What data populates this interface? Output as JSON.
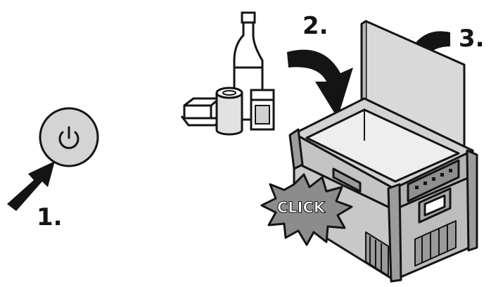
{
  "steps": [
    {
      "number": "1.",
      "action": "power-button"
    },
    {
      "number": "2.",
      "action": "load-items"
    },
    {
      "number": "3.",
      "action": "close-lid"
    }
  ],
  "badge": {
    "text": "CLICK"
  },
  "icons": {
    "power": "power-icon",
    "arrow_press": "arrow-icon",
    "arrow_load": "curved-arrow-icon",
    "arrow_close": "curved-arrow-icon"
  },
  "colors": {
    "ink": "#141414",
    "button_fill": "#d4d4d4",
    "badge_fill": "#8c8c8c",
    "lid_fill": "#d9d9d9",
    "body_fill": "#c8c8c8",
    "interior_fill": "#eeeeee"
  }
}
